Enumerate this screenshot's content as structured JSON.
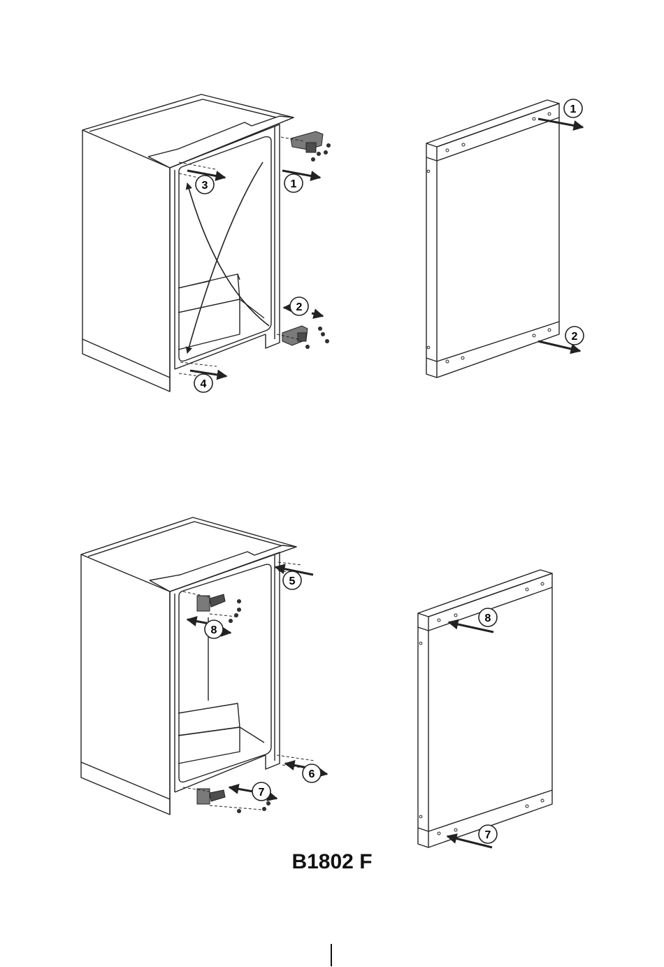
{
  "model_label": "B1802 F",
  "callouts": {
    "top_cabinet": [
      "3",
      "1",
      "2",
      "4"
    ],
    "top_door": [
      "1",
      "2"
    ],
    "bottom_cabinet": [
      "5",
      "8",
      "6",
      "7"
    ],
    "bottom_door": [
      "8",
      "7"
    ]
  },
  "colors": {
    "line": "#222222",
    "hinge": "#7a7a7a",
    "hinge_dark": "#4d4d4d"
  }
}
